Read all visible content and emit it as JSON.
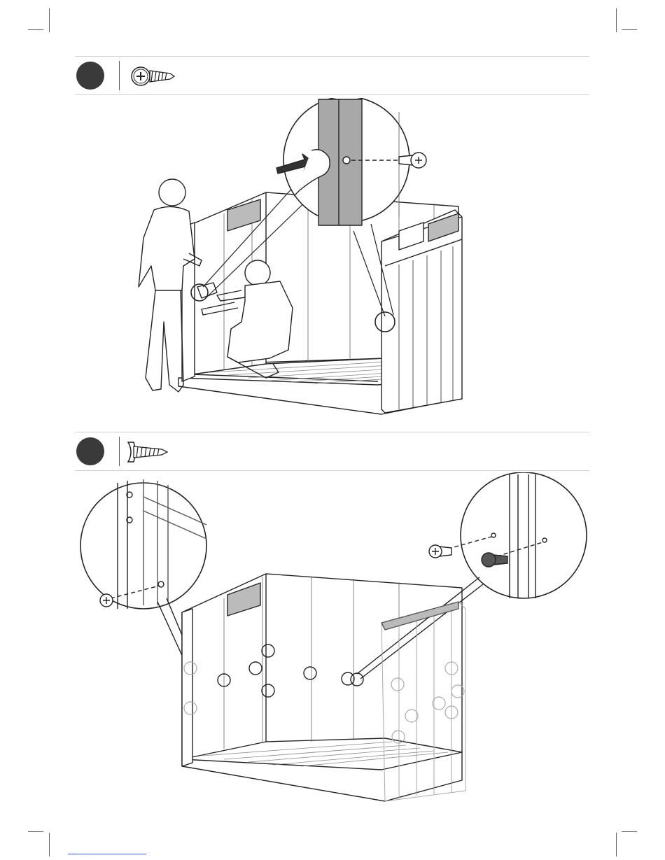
{
  "document": {
    "type": "assembly-instructions",
    "steps": [
      {
        "number": "",
        "hardware_icon": "pan-head-screw-icon",
        "illustration": "two-people-attaching-side-panel"
      },
      {
        "number": "",
        "hardware_icon": "pan-head-screw-icon",
        "illustration": "screw-positions-on-back-and-side-panels"
      }
    ],
    "colors": {
      "badge": "#3a3a3a",
      "line": "#222222",
      "panel_shade": "#a8a8a8",
      "rule": "#d0d0d0"
    }
  }
}
